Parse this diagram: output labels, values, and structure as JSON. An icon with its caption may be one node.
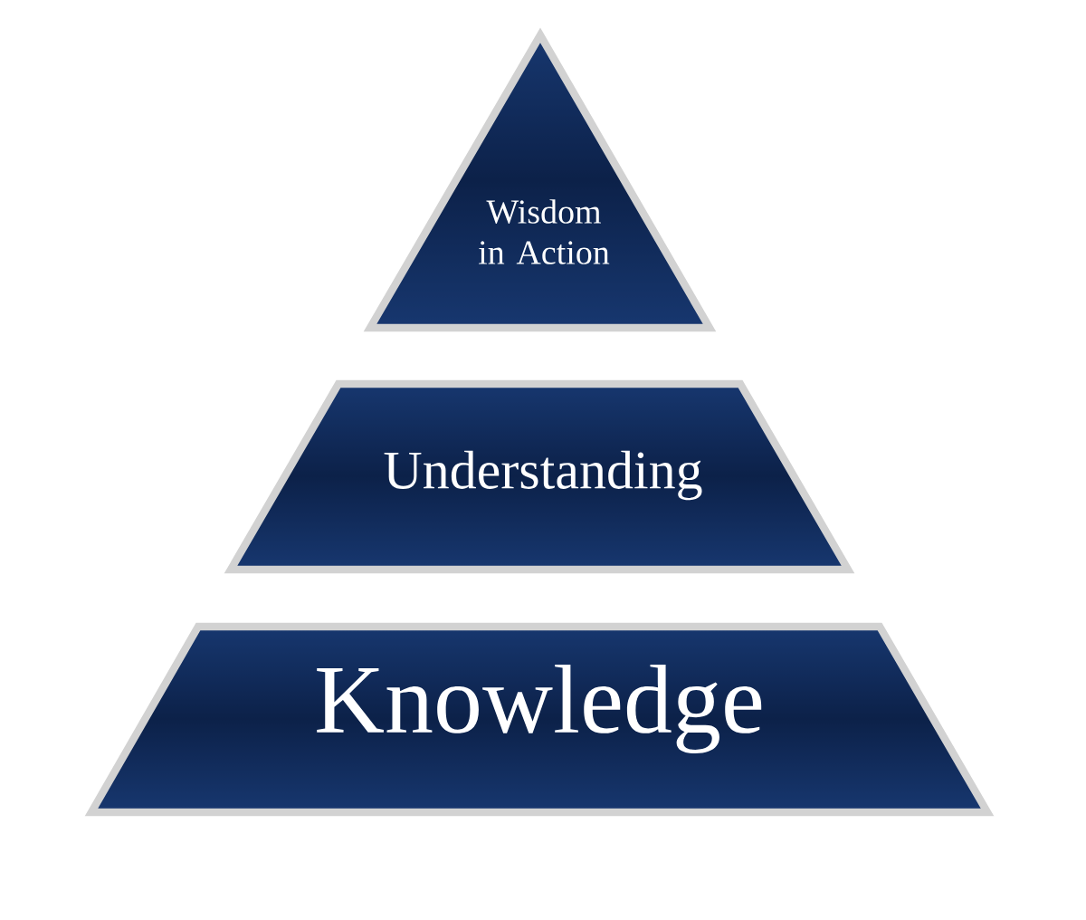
{
  "diagram": {
    "nodes": [
      {
        "text": [
          "Wisdom in Action"
        ]
      },
      {
        "text": [
          "Understanding"
        ]
      },
      {
        "text": [
          "Knowledge"
        ]
      }
    ]
  }
}
